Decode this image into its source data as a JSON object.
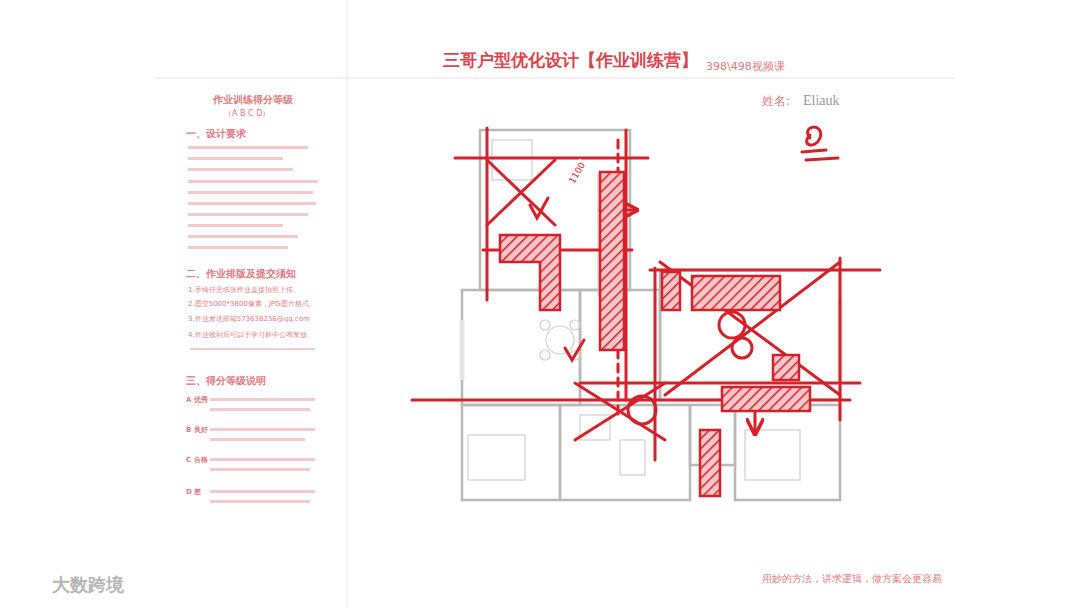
{
  "diagram": {
    "title": "三哥户型优化设计【作业训练营】",
    "caption": "用妙的方法，讲求逻辑，做方案会更容易",
    "labels": [
      "398\\498视频课",
      "姓名:",
      "Eliauk",
      "作业训练得分等级",
      "（A B C D）",
      "一、设计要求",
      "二、作业排版及提交须知",
      "1.手绘任意纸张作业直接拍照上传。",
      "2.图交5000*3800像素，JPG图片格式。",
      "3.作业发送邮箱573638236@qq.com",
      "4.作业收到后可以于学习群中公布发放。",
      "三、得分等级说明",
      "A 优秀",
      "B 良好",
      "C 合格",
      "D 差",
      "1100",
      "大数跨境"
    ]
  }
}
